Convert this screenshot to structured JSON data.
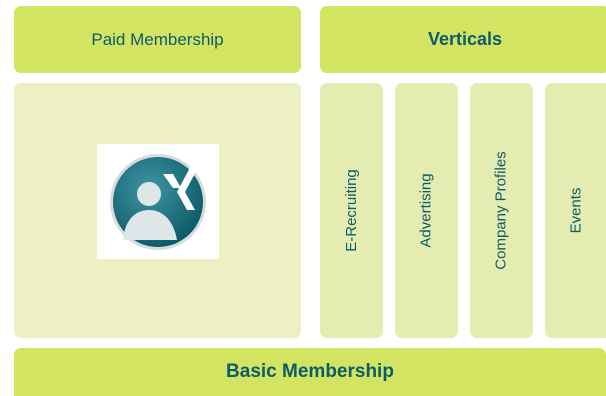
{
  "headers": {
    "paid_membership": "Paid Membership",
    "verticals": "Verticals"
  },
  "verticals": [
    {
      "label": "E-Recruiting"
    },
    {
      "label": "Advertising"
    },
    {
      "label": "Company Profiles"
    },
    {
      "label": "Events"
    }
  ],
  "footer": {
    "basic_membership": "Basic Membership"
  },
  "logo": {
    "icon": "xing-member-logo-icon"
  },
  "colors": {
    "header_green": "#d3e362",
    "panel_light": "#ecf0c2",
    "column_light": "#e4ecb1",
    "text_teal": "#0c5c6a",
    "logo_teal": "#17707f"
  }
}
